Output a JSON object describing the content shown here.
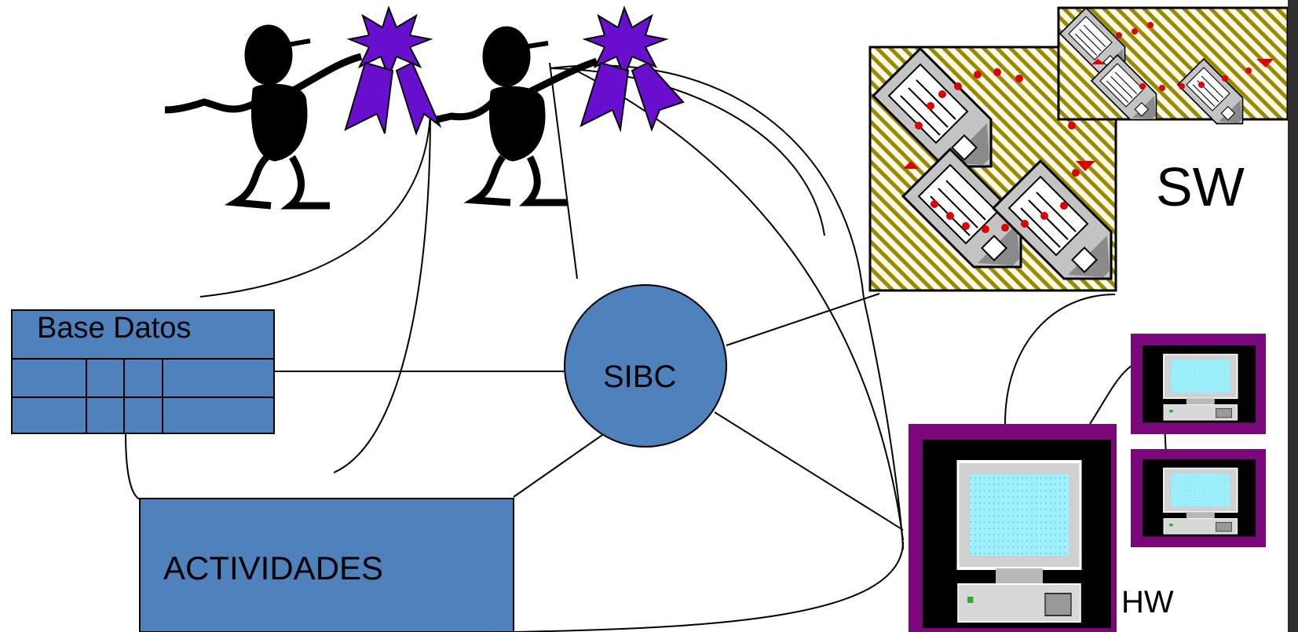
{
  "diagram": {
    "center": {
      "label": "SIBC"
    },
    "database": {
      "label": "Base Datos"
    },
    "activities": {
      "label": "ACTIVIDADES"
    },
    "software": {
      "label": "SW"
    },
    "hardware": {
      "label": "HW"
    },
    "people": {
      "count": 2,
      "badge_color": "#6a0fd0"
    },
    "colors": {
      "node_fill": "#4f81bd",
      "frame_purple": "#7a087a",
      "screen": "#9ff0ff"
    }
  }
}
